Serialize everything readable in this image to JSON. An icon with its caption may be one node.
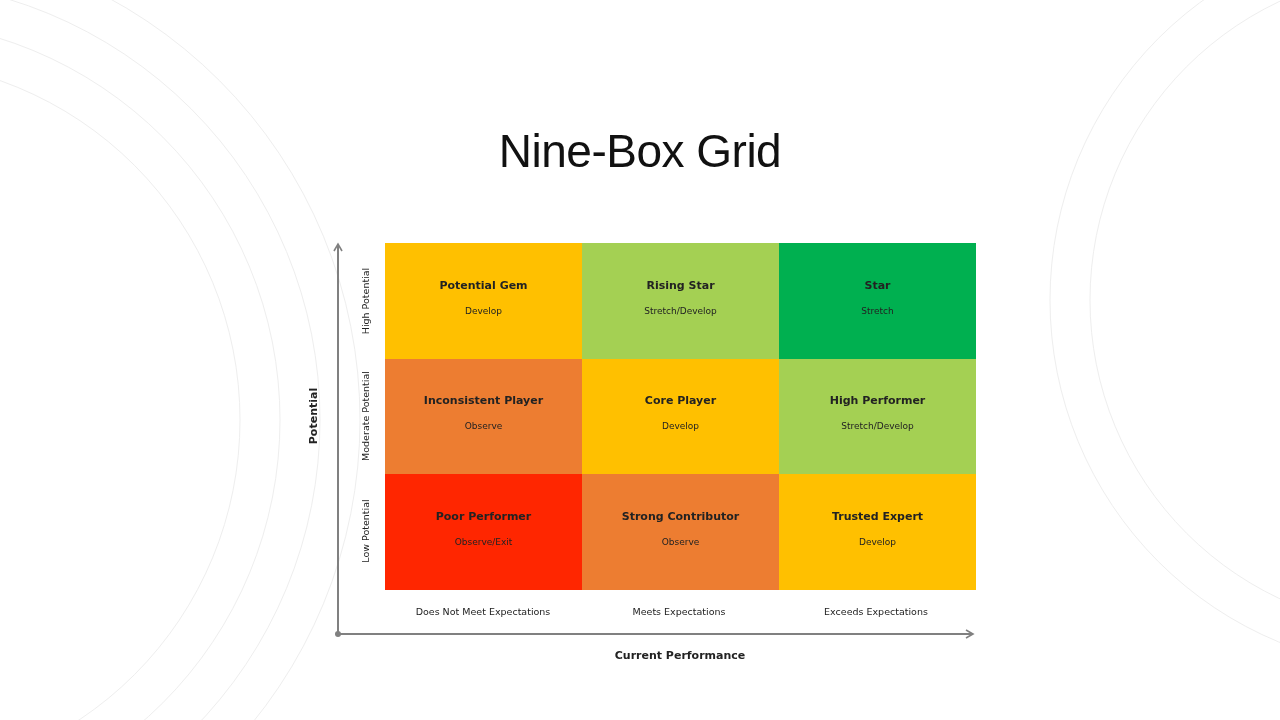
{
  "diagram": {
    "title": "Nine-Box Grid",
    "nodes": [
      {
        "text": [
          "Potential Gem",
          "Develop"
        ]
      },
      {
        "text": [
          "Rising Star",
          "Stretch/Develop"
        ]
      },
      {
        "text": [
          "Star",
          "Stretch"
        ]
      },
      {
        "text": [
          "Inconsistent Player",
          "Observe"
        ]
      },
      {
        "text": [
          "Core Player",
          "Develop"
        ]
      },
      {
        "text": [
          "High Performer",
          "Stretch/Develop"
        ]
      },
      {
        "text": [
          "Poor Performer",
          "Observe/Exit"
        ]
      },
      {
        "text": [
          "Strong Contributor",
          "Observe"
        ]
      },
      {
        "text": [
          "Trusted Expert",
          "Develop"
        ]
      }
    ],
    "labels": [
      "Potential",
      "High Potential",
      "Moderate Potential",
      "Low Potential",
      "Does Not Meet Expectations",
      "Meets Expectations",
      "Exceeds Expectations",
      "Current Performance"
    ]
  }
}
